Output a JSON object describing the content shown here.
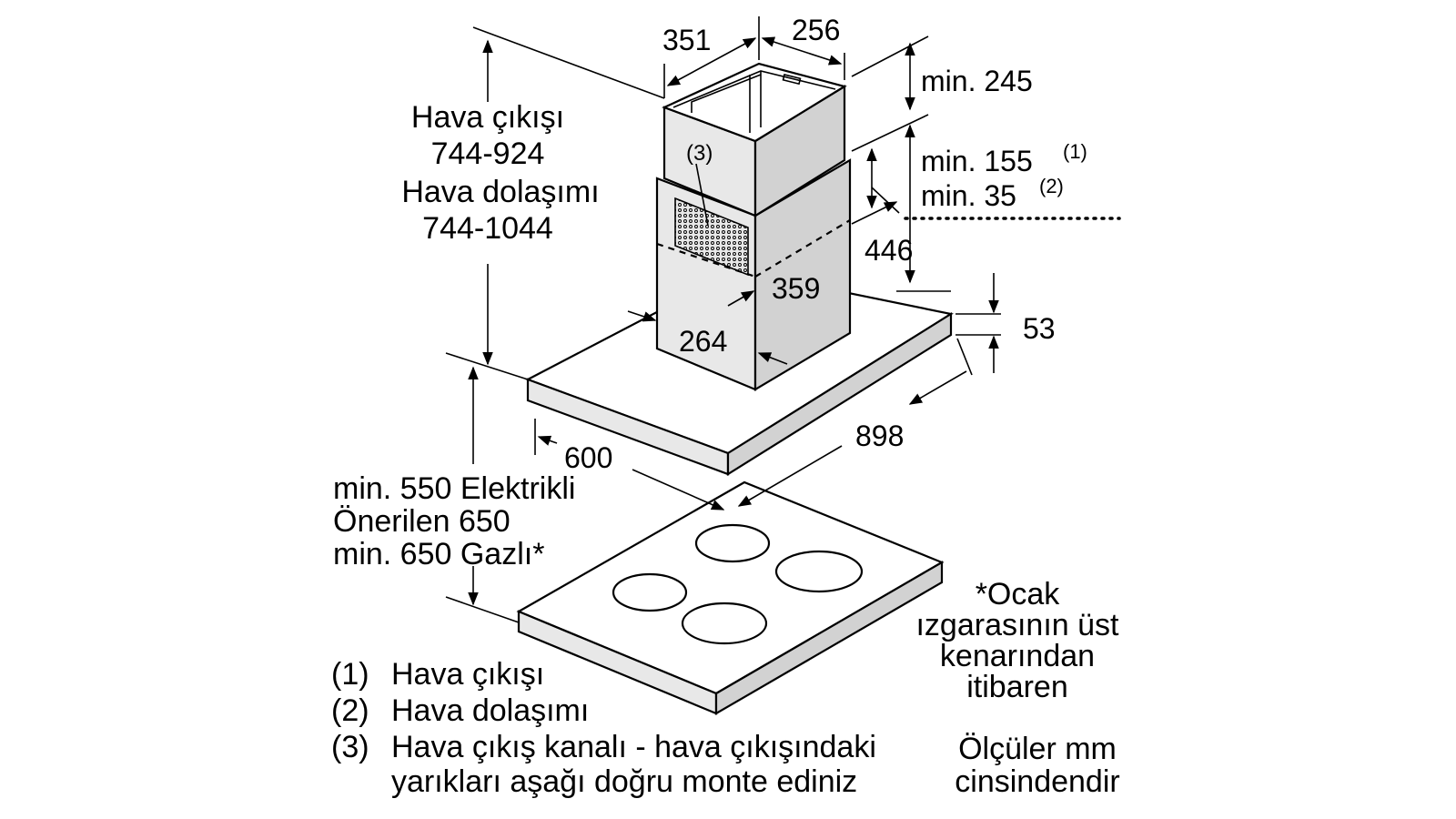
{
  "dimensions": {
    "chimney_width": "351",
    "chimney_depth": "256",
    "min_245": "min. 245",
    "min_155": "min. 155",
    "min_155_ref": "(1)",
    "min_35": "min. 35",
    "min_35_ref": "(2)",
    "d446": "446",
    "d359": "359",
    "d264": "264",
    "d53": "53",
    "d898": "898",
    "d600": "600",
    "callout_3": "(3)"
  },
  "height_label": {
    "line1": "Hava çıkışı",
    "line2": "744-924",
    "line3": "Hava dolaşımı",
    "line4": "744-1044"
  },
  "clearance_label": {
    "line1": "min. 550 Elektrikli",
    "line2": "Önerilen 650",
    "line3": "min. 650 Gazlı*"
  },
  "footnote": {
    "line1": "*Ocak",
    "line2": "ızgarasının üst",
    "line3": "kenarından",
    "line4": "itibaren"
  },
  "legend": [
    {
      "num": "(1)",
      "text": "Hava çıkışı"
    },
    {
      "num": "(2)",
      "text": "Hava dolaşımı"
    },
    {
      "num": "(3)",
      "text": "Hava çıkış kanalı - hava çıkışındaki",
      "text2": "yarıkları aşağı doğru monte ediniz"
    }
  ],
  "units_note": {
    "line1": "Ölçüler mm",
    "line2": "cinsindendir"
  }
}
